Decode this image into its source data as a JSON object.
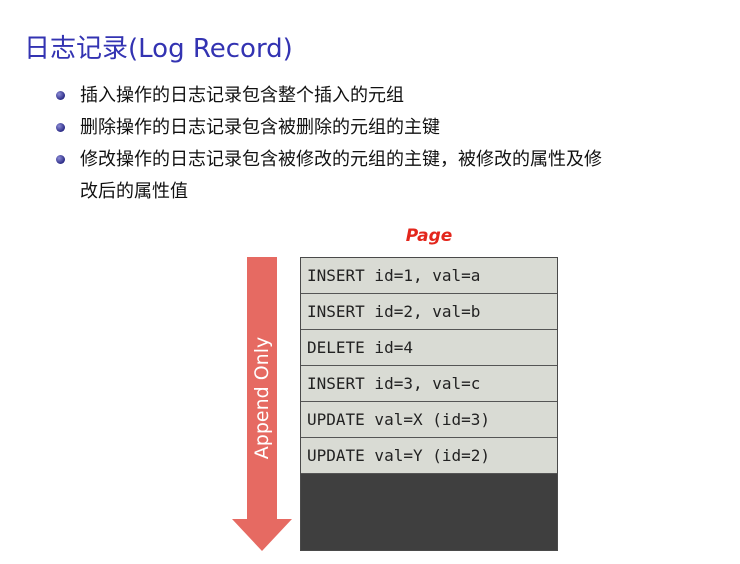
{
  "slide": {
    "title": "日志记录(Log Record)",
    "bullets": [
      {
        "text": "插入操作的日志记录包含整个插入的元组"
      },
      {
        "text": "删除操作的日志记录包含被删除的元组的主键"
      },
      {
        "text": "修改操作的日志记录包含被修改的元组的主键，被修改的属性及修",
        "continuation": "改后的属性值"
      }
    ]
  },
  "diagram": {
    "page_label": "Page",
    "arrow_label": "Append Only",
    "records": [
      "INSERT id=1, val=a",
      "INSERT id=2, val=b",
      "DELETE id=4",
      "INSERT id=3, val=c",
      "UPDATE val=X (id=3)",
      "UPDATE val=Y (id=2)"
    ],
    "colors": {
      "title": "#3333b2",
      "page_label": "#e3261c",
      "arrow": "#e66a62",
      "record_bg": "#d9dbd4",
      "free_space": "#3f3f3f"
    }
  }
}
